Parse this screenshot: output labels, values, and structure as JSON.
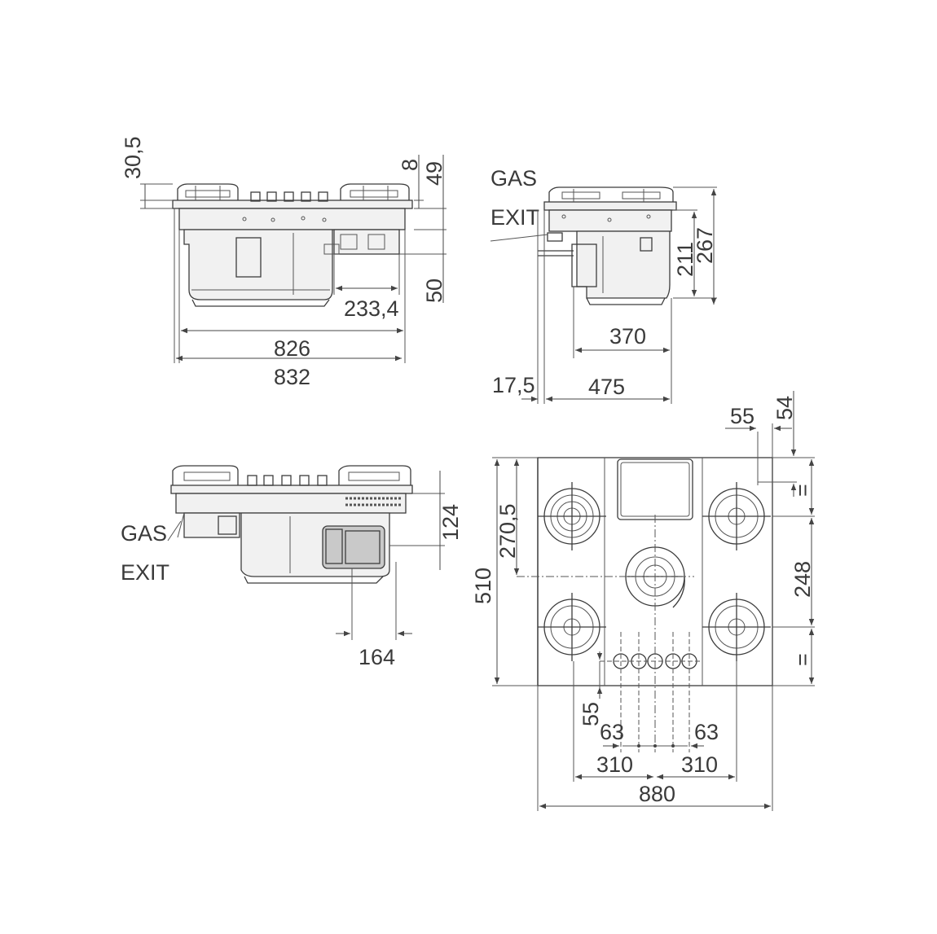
{
  "labels": {
    "gas": "GAS",
    "exit": "EXIT"
  },
  "front_view": {
    "dim_top_thickness": "30,5",
    "dim_frame": "8",
    "dim_total_top": "49",
    "dim_box_height": "50",
    "dim_box_width": "233,4",
    "dim_cut_width": "826",
    "dim_total_width": "832"
  },
  "side_view": {
    "dim_depth_body": "211",
    "dim_total_height": "267",
    "dim_bottom_width": "370",
    "dim_offset": "17,5",
    "dim_depth": "475"
  },
  "rear_view": {
    "dim_outlet_height": "124",
    "dim_outlet_width": "164"
  },
  "top_view": {
    "dim_right_margin": "55",
    "dim_top_margin": "54",
    "dim_equal_top": "=",
    "dim_equal_bottom": "=",
    "dim_burner_row": "270,5",
    "dim_height": "510",
    "dim_burner_spacing": "248",
    "dim_knob_offset": "55",
    "dim_knob_spacing_left": "63",
    "dim_knob_spacing_right": "63",
    "dim_half_left": "310",
    "dim_half_right": "310",
    "dim_total_width": "880"
  }
}
